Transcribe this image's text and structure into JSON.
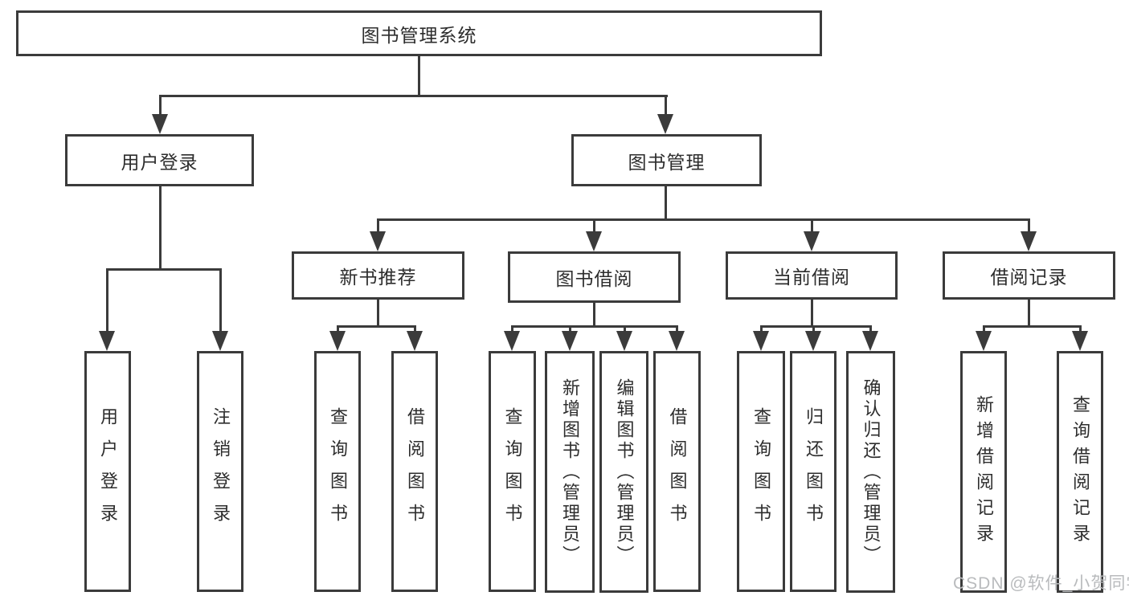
{
  "diagram": {
    "root": {
      "label": "图书管理系统"
    },
    "level1": [
      {
        "label": "用户登录"
      },
      {
        "label": "图书管理"
      }
    ],
    "level2": [
      {
        "label": "新书推荐",
        "parent": "图书管理"
      },
      {
        "label": "图书借阅",
        "parent": "图书管理"
      },
      {
        "label": "当前借阅",
        "parent": "图书管理"
      },
      {
        "label": "借阅记录",
        "parent": "图书管理"
      }
    ],
    "leaves": [
      {
        "label": "用户登录",
        "parent": "用户登录"
      },
      {
        "label": "注销登录",
        "parent": "用户登录"
      },
      {
        "label": "查询图书",
        "parent": "新书推荐"
      },
      {
        "label": "借阅图书",
        "parent": "新书推荐"
      },
      {
        "label": "查询图书",
        "parent": "图书借阅"
      },
      {
        "label": "新增图书（管理员）",
        "parent": "图书借阅"
      },
      {
        "label": "编辑图书（管理员）",
        "parent": "图书借阅"
      },
      {
        "label": "借阅图书",
        "parent": "图书借阅"
      },
      {
        "label": "查询图书",
        "parent": "当前借阅"
      },
      {
        "label": "归还图书",
        "parent": "当前借阅"
      },
      {
        "label": "确认归还（管理员）",
        "parent": "当前借阅"
      },
      {
        "label": "新增借阅记录",
        "parent": "借阅记录"
      },
      {
        "label": "查询借阅记录",
        "parent": "借阅记录"
      }
    ],
    "watermark": "CSDN @软件_小贺同学",
    "colors": {
      "line": "#3b3b3b",
      "text": "#2d2d2d",
      "watermark": "#b9bbbd"
    }
  }
}
